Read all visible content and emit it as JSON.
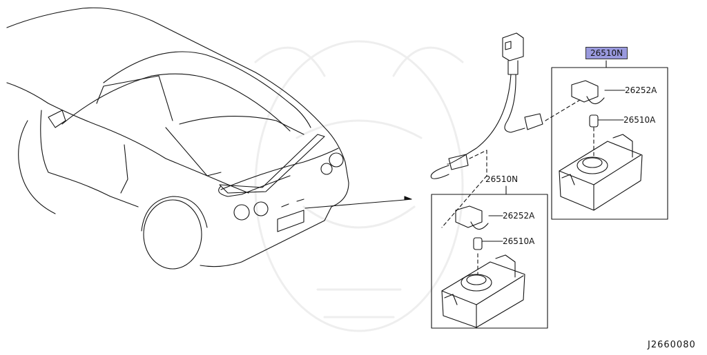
{
  "parts": {
    "top_box_label": "26510N",
    "top_socket": "26252A",
    "top_bulb": "26510A",
    "bottom_box_label": "26510N",
    "bottom_socket": "26252A",
    "bottom_bulb": "26510A"
  },
  "diagram_code": "J2660080",
  "highlight_color": "#9999dd"
}
